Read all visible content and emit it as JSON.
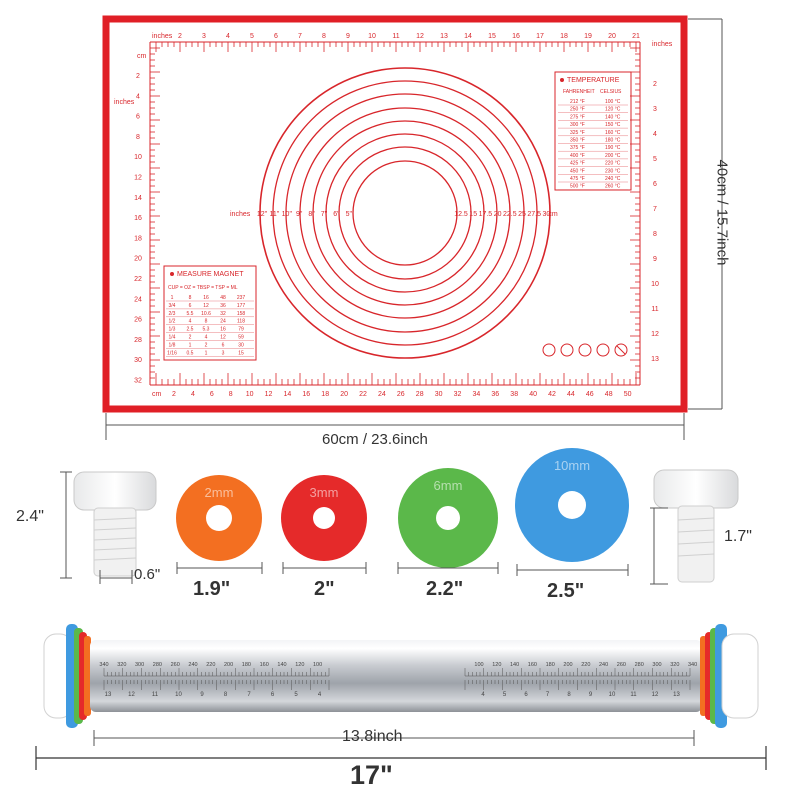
{
  "mat": {
    "top_ruler_label": "inches",
    "top_ruler_numbers": [
      "2",
      "3",
      "4",
      "5",
      "6",
      "7",
      "8",
      "9",
      "10",
      "11",
      "12",
      "13",
      "14",
      "15",
      "16",
      "17",
      "18",
      "19",
      "20",
      "21"
    ],
    "top_right_label": "inches",
    "left_label_cm": "cm",
    "left_ruler_numbers": [
      "2",
      "4",
      "6",
      "8",
      "10",
      "12",
      "14",
      "16",
      "18",
      "20",
      "22",
      "24",
      "26",
      "28",
      "30",
      "32"
    ],
    "left_mid_label": "inches",
    "right_ruler_numbers": [
      "2",
      "3",
      "4",
      "5",
      "6",
      "7",
      "8",
      "9",
      "10",
      "11",
      "12",
      "13"
    ],
    "bottom_ruler_label": "cm",
    "bottom_ruler_numbers": [
      "2",
      "4",
      "6",
      "8",
      "10",
      "12",
      "14",
      "16",
      "18",
      "20",
      "22",
      "24",
      "26",
      "28",
      "30",
      "32",
      "34",
      "36",
      "38",
      "40",
      "42",
      "44",
      "46",
      "48",
      "50"
    ],
    "circle_inches_label": "inches",
    "circle_inches_values": [
      "12\"",
      "11\"",
      "10\"",
      "9\"",
      "8\"",
      "7\"",
      "6\"",
      "5\""
    ],
    "circle_cm_values": [
      "12.5",
      "15",
      "17.5",
      "20",
      "22.5",
      "25",
      "27.5",
      "30"
    ],
    "circle_cm_label": "cm",
    "temperature_title": "TEMPERATURE",
    "temperature_headers": [
      "FAHRENHEIT",
      "CELSIUS"
    ],
    "temperature_rows": [
      [
        "212 °F",
        "100 °C"
      ],
      [
        "250 °F",
        "120 °C"
      ],
      [
        "275 °F",
        "140 °C"
      ],
      [
        "300 °F",
        "150 °C"
      ],
      [
        "325 °F",
        "160 °C"
      ],
      [
        "350 °F",
        "180 °C"
      ],
      [
        "375 °F",
        "190 °C"
      ],
      [
        "400 °F",
        "200 °C"
      ],
      [
        "425 °F",
        "220 °C"
      ],
      [
        "450 °F",
        "230 °C"
      ],
      [
        "475 °F",
        "240 °C"
      ],
      [
        "500 °F",
        "260 °C"
      ]
    ],
    "measure_title": "MEASURE MAGNET",
    "measure_header": "CUP = OZ = TBSP = TSP = ML",
    "measure_rows": [
      [
        "1",
        "8",
        "16",
        "48",
        "237"
      ],
      [
        "3/4",
        "6",
        "12",
        "36",
        "177"
      ],
      [
        "2/3",
        "5.5",
        "10.6",
        "32",
        "158"
      ],
      [
        "1/2",
        "4",
        "8",
        "24",
        "118"
      ],
      [
        "1/3",
        "2.5",
        "5.3",
        "16",
        "79"
      ],
      [
        "1/4",
        "2",
        "4",
        "12",
        "59"
      ],
      [
        "1/8",
        "1",
        "2",
        "6",
        "30"
      ],
      [
        "1/16",
        "0.5",
        "1",
        "3",
        "15"
      ]
    ],
    "colors": {
      "border": "#e01f26",
      "print": "#d8262b",
      "background": "#ffffff"
    }
  },
  "dimensions": {
    "mat_height": "40cm / 15.7inch",
    "mat_width": "60cm / 23.6inch",
    "end_cap_height": "2.4\"",
    "end_cap_width": "0.6\"",
    "screw_length": "1.7\"",
    "ring_2mm_width": "1.9\"",
    "ring_3mm_width": "2\"",
    "ring_6mm_width": "2.2\"",
    "ring_10mm_width": "2.5\"",
    "pin_body_length": "13.8inch",
    "pin_total_length": "17\""
  },
  "rings": [
    {
      "label": "2mm",
      "color": "#f36f21"
    },
    {
      "label": "3mm",
      "color": "#e52a2a"
    },
    {
      "label": "6mm",
      "color": "#5bb84a"
    },
    {
      "label": "10mm",
      "color": "#3f9ae0"
    }
  ],
  "pin": {
    "left_scale_numbers": [
      "340",
      "320",
      "300",
      "280",
      "260",
      "240",
      "220",
      "200",
      "180",
      "160",
      "140",
      "120",
      "100"
    ],
    "left_inch_marks": [
      "13",
      "12",
      "11",
      "10",
      "9",
      "8",
      "7",
      "6",
      "5",
      "4"
    ],
    "right_scale_numbers": [
      "100",
      "120",
      "140",
      "160",
      "180",
      "200",
      "220",
      "240",
      "260",
      "280",
      "300",
      "320",
      "340"
    ],
    "right_inch_marks": [
      "4",
      "5",
      "6",
      "7",
      "8",
      "9",
      "10",
      "11",
      "12",
      "13"
    ]
  }
}
